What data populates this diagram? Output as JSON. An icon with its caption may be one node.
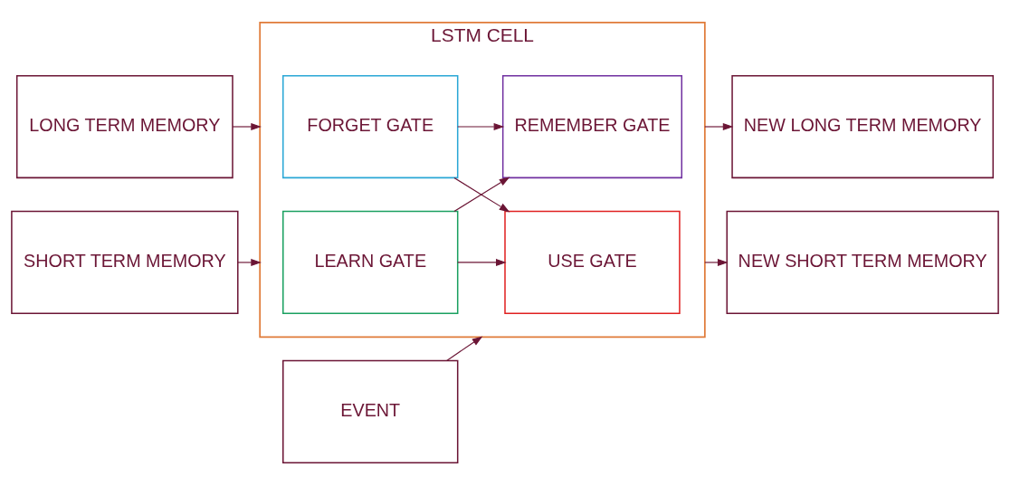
{
  "diagram": {
    "nodes": [
      {
        "text": [
          "LONG TERM MEMORY"
        ]
      },
      {
        "text": [
          "SHORT TERM MEMORY"
        ]
      },
      {
        "text": [
          "LSTM CELL"
        ]
      },
      {
        "text": [
          "FORGET GATE"
        ],
        "in": 2
      },
      {
        "text": [
          "REMEMBER GATE"
        ],
        "in": 2
      },
      {
        "text": [
          "LEARN GATE"
        ],
        "in": 2
      },
      {
        "text": [
          "USE GATE"
        ],
        "in": 2
      },
      {
        "text": [
          "NEW LONG TERM MEMORY"
        ]
      },
      {
        "text": [
          "NEW SHORT TERM MEMORY"
        ]
      },
      {
        "text": [
          "EVENT"
        ]
      }
    ],
    "edges": [
      {
        "from": 0,
        "to": 2,
        "arrow": "to"
      },
      {
        "from": 1,
        "to": 2,
        "arrow": "to"
      },
      {
        "from": 3,
        "to": 4,
        "arrow": "to"
      },
      {
        "from": 3,
        "to": 6,
        "arrow": "to"
      },
      {
        "from": 5,
        "to": 4,
        "arrow": "to"
      },
      {
        "from": 5,
        "to": 6,
        "arrow": "to"
      },
      {
        "from": 2,
        "to": 7,
        "arrow": "to"
      },
      {
        "from": 2,
        "to": 8,
        "arrow": "to"
      },
      {
        "from": 9,
        "to": 2,
        "arrow": "to"
      }
    ]
  }
}
